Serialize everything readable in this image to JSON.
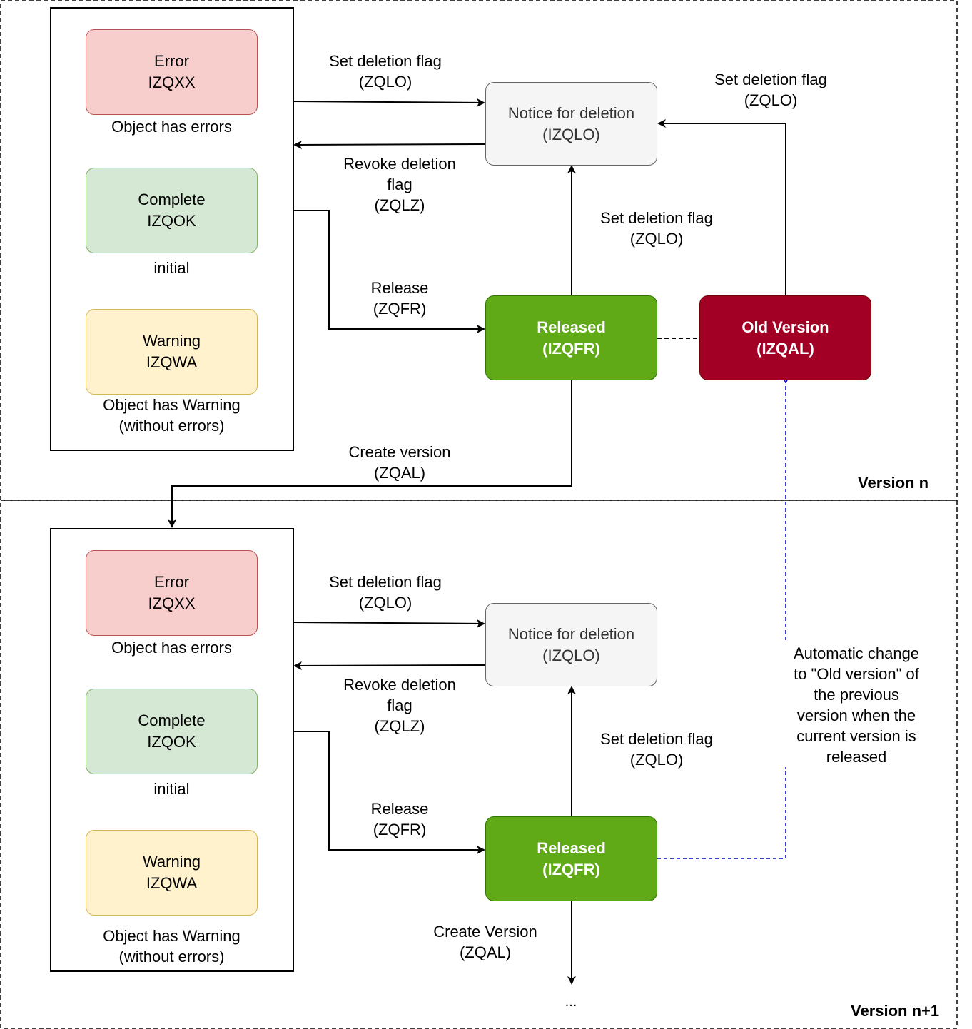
{
  "sections": [
    {
      "title": "Version n",
      "states": {
        "error": {
          "name": "Error",
          "code": "IZQXX",
          "caption": "Object has errors"
        },
        "complete": {
          "name": "Complete",
          "code": "IZQOK",
          "caption": "initial"
        },
        "warning": {
          "name": "Warning",
          "code": "IZQWA",
          "caption_1": "Object has Warning",
          "caption_2": "(without errors)"
        },
        "notice": {
          "name": "Notice for deletion",
          "code": "(IZQLO)"
        },
        "released": {
          "name": "Released",
          "code": "(IZQFR)"
        },
        "old": {
          "name": "Old Version",
          "code": "(IZQAL)"
        }
      },
      "transitions": {
        "set_deletion": {
          "line1": "Set deletion flag",
          "line2": "(ZQLO)"
        },
        "revoke": {
          "line1": "Revoke deletion",
          "line2": "flag",
          "line3": "(ZQLZ)"
        },
        "release": {
          "line1": "Release",
          "line2": "(ZQFR)"
        },
        "released_to_del": {
          "line1": "Set deletion flag",
          "line2": "(ZQLO)"
        },
        "old_to_del": {
          "line1": "Set deletion flag",
          "line2": "(ZQLO)"
        },
        "create_version": {
          "line1": "Create version",
          "line2": "(ZQAL)"
        }
      }
    },
    {
      "title": "Version n+1",
      "states": {
        "error": {
          "name": "Error",
          "code": "IZQXX",
          "caption": "Object has errors"
        },
        "complete": {
          "name": "Complete",
          "code": "IZQOK",
          "caption": "initial"
        },
        "warning": {
          "name": "Warning",
          "code": "IZQWA",
          "caption_1": "Object has Warning",
          "caption_2": "(without errors)"
        },
        "notice": {
          "name": "Notice for deletion",
          "code": "(IZQLO)"
        },
        "released": {
          "name": "Released",
          "code": "(IZQFR)"
        }
      },
      "transitions": {
        "set_deletion": {
          "line1": "Set deletion flag",
          "line2": "(ZQLO)"
        },
        "revoke": {
          "line1": "Revoke deletion",
          "line2": "flag",
          "line3": "(ZQLZ)"
        },
        "release": {
          "line1": "Release",
          "line2": "(ZQFR)"
        },
        "released_to_del": {
          "line1": "Set deletion flag",
          "line2": "(ZQLO)"
        },
        "create_version": {
          "line1": "Create Version",
          "line2": "(ZQAL)"
        },
        "continuation": "..."
      }
    }
  ],
  "auto_change_note": [
    "Automatic change",
    "to \"Old version\" of",
    "the previous",
    "version when the",
    "current version is",
    "released"
  ],
  "colors": {
    "error_fill": "#f8cecc",
    "complete_fill": "#d5e8d4",
    "warning_fill": "#fff2cc",
    "notice_fill": "#f5f5f5",
    "released_fill": "#60a917",
    "old_fill": "#a20025",
    "auto_link": "#0000cc"
  }
}
